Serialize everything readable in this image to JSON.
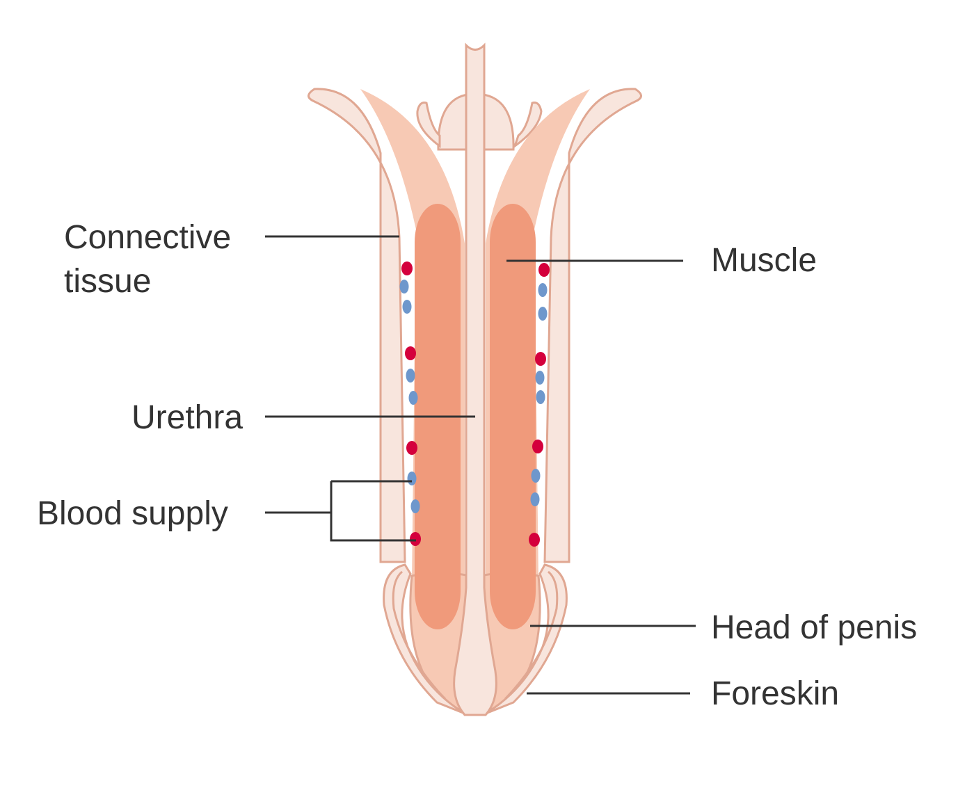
{
  "labels": {
    "connective_tissue_line1": "Connective",
    "connective_tissue_line2": "tissue",
    "muscle": "Muscle",
    "urethra": "Urethra",
    "blood_supply": "Blood supply",
    "head_of_penis": "Head of penis",
    "foreskin": "Foreskin"
  },
  "colors": {
    "outline": "#e0a792",
    "skin_light": "#f8e5dd",
    "tissue": "#f7c9b4",
    "muscle": "#f09a7b",
    "artery": "#d4003c",
    "vein": "#6e97cc",
    "label_text": "#333333"
  }
}
